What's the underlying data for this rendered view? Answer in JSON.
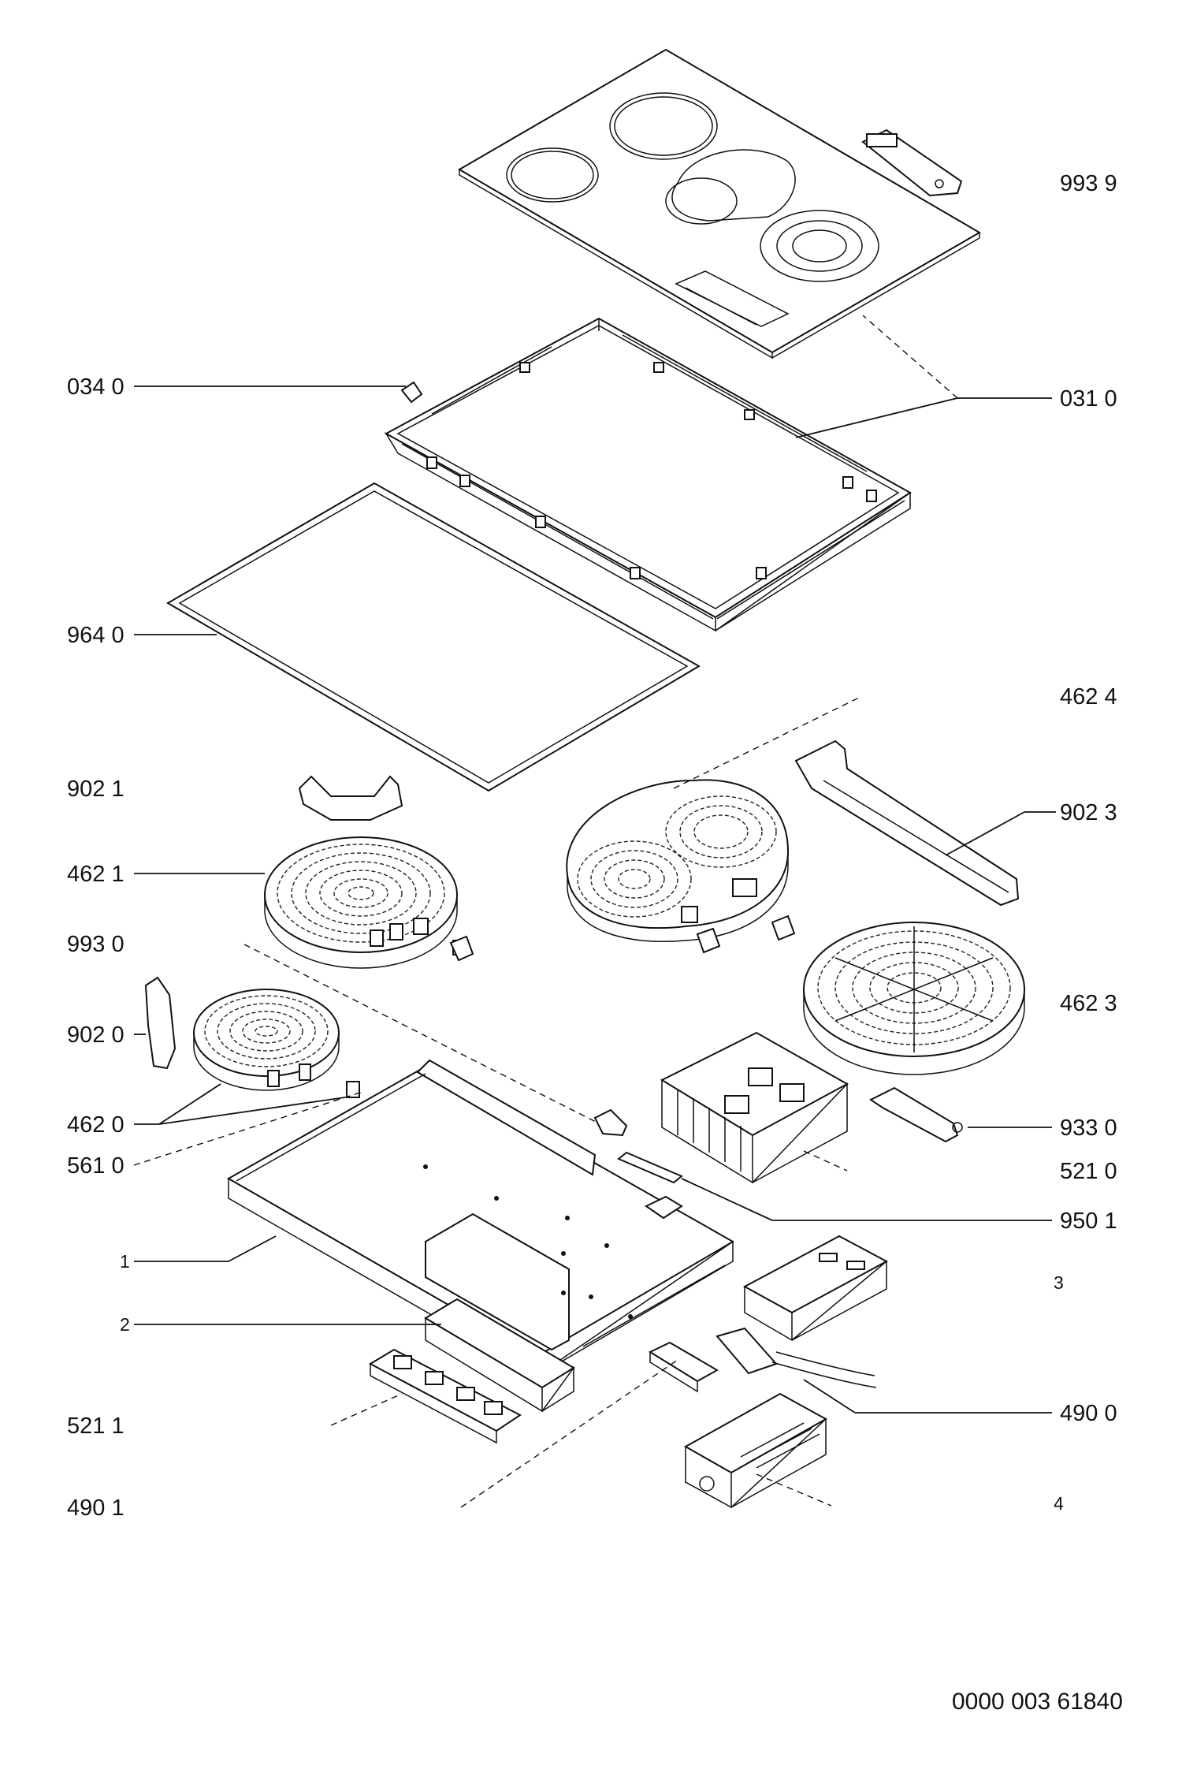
{
  "labels": {
    "l9939": "993 9",
    "l0340": "034 0",
    "l0310": "031 0",
    "l9640": "964 0",
    "l4624": "462 4",
    "l9021": "902 1",
    "l9023": "902 3",
    "l4621": "462 1",
    "l9930": "993 0",
    "l4623": "462 3",
    "l9020": "902 0",
    "l4620": "462 0",
    "l9330": "933 0",
    "l5610": "561 0",
    "l5210": "521 0",
    "l9501": "950 1",
    "l1": "1",
    "l3": "3",
    "l2": "2",
    "l4900": "490 0",
    "l5211": "521 1",
    "l4901": "490 1",
    "l4": "4"
  },
  "footer": {
    "doc_code": "0000 003 61840"
  }
}
